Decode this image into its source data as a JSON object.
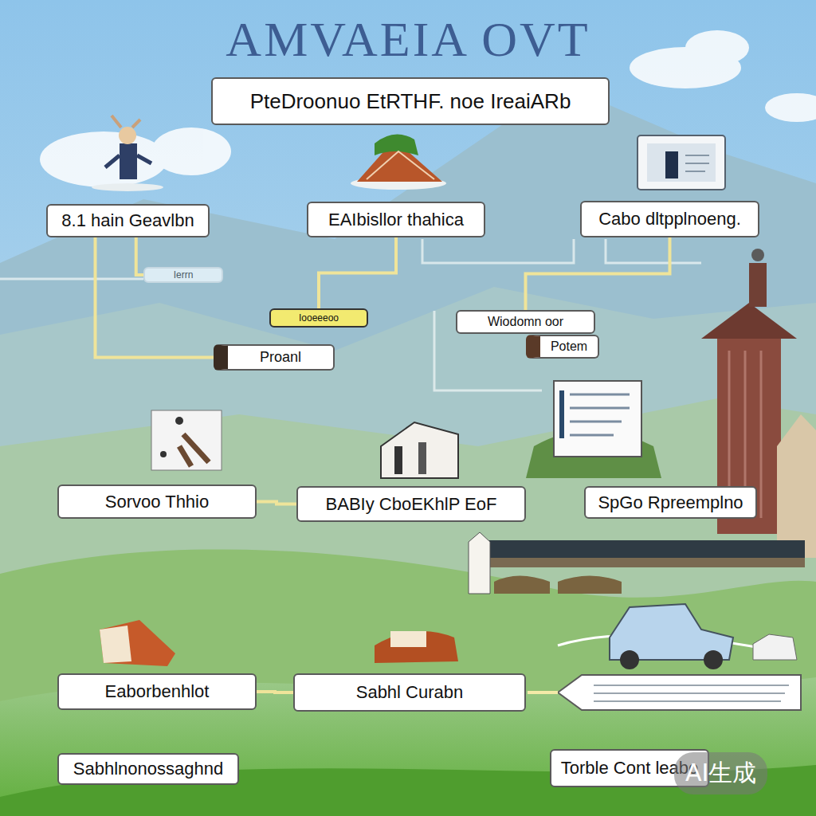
{
  "diagram": {
    "title": "AMVAEIA OVT",
    "nodes": [
      {
        "text": [
          "PteDroonuo EtRTHF. noe IreaiARb"
        ]
      },
      {
        "text": [
          "8.1 hain Geavlbn"
        ]
      },
      {
        "text": [
          "EAIbisllor thahica"
        ]
      },
      {
        "text": [
          "Cabo dltpplnoeng."
        ]
      },
      {
        "text": [
          "Ierrn"
        ]
      },
      {
        "text": [
          "Iooeeeoo"
        ]
      },
      {
        "text": [
          "Proanl"
        ]
      },
      {
        "text": [
          "Wiodomn oor"
        ]
      },
      {
        "text": [
          "Potem"
        ]
      },
      {
        "text": [
          "Sorvoo Thhio"
        ]
      },
      {
        "text": [
          "BABIy CboEKhlP EoF"
        ]
      },
      {
        "text": [
          "SpGo Rpreemplno"
        ]
      },
      {
        "text": [
          "Eaborbenhlot"
        ]
      },
      {
        "text": [
          "Sabhl Curabn"
        ]
      },
      {
        "text": [
          "Sabhlnonossaghnd"
        ]
      },
      {
        "text": [
          "Torble Cont leabo"
        ]
      }
    ],
    "edges": [
      {
        "from": 1,
        "to": 4,
        "arrow": "none"
      },
      {
        "from": 1,
        "to": 6,
        "arrow": "none"
      },
      {
        "from": 2,
        "to": 5,
        "arrow": "none"
      },
      {
        "from": 3,
        "to": 7,
        "arrow": "none"
      },
      {
        "from": 9,
        "to": 10,
        "arrow": "none"
      },
      {
        "from": 12,
        "to": 13,
        "arrow": "none"
      }
    ],
    "labels": [
      "AI生成"
    ]
  }
}
